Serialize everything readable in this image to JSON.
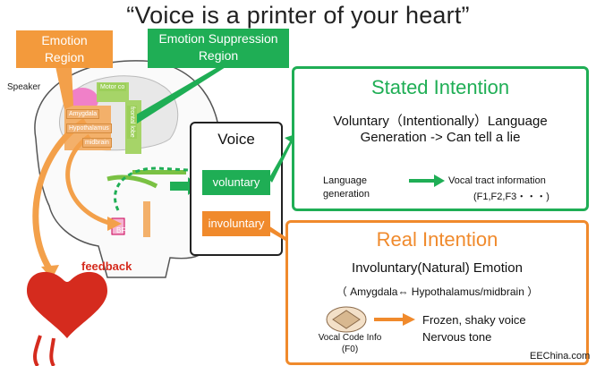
{
  "title": "“Voice is a printer of your heart”",
  "emotion_region": {
    "line1": "Emotion",
    "line2": "Region"
  },
  "suppression_region": {
    "line1": "Emotion Suppression",
    "line2": "Region"
  },
  "speaker_label": "Speaker",
  "brain_labels": {
    "motor": "Motor co",
    "amygdala": "Amygdala",
    "hypothalamus": "Hypothalamus",
    "midbrain": "midbrain",
    "frontal": "frontal lobe"
  },
  "voice": {
    "title": "Voice",
    "voluntary": "voluntary",
    "involuntary": "involuntary"
  },
  "stated": {
    "title": "Stated Intention",
    "line1": "Voluntary（Intentionally）Language",
    "line2": "Generation -> Can tell a lie",
    "lang_gen": "Language generation",
    "vocal_tract": "Vocal tract information",
    "formants": "(F1,F2,F3・・・)"
  },
  "real": {
    "title": "Real Intention",
    "line1": "Involuntary(Natural) Emotion",
    "line2": "（ Amygdala⇔ Hypothalamus/midbrain ）",
    "frozen1": "Frozen, shaky voice",
    "frozen2": "Nervous tone",
    "vocal_code1": "Vocal Code Info",
    "vocal_code2": "(F0)"
  },
  "feedback": "feedback",
  "heart_label": "BF",
  "source": "EEChina.com",
  "colors": {
    "green": "#1fae55",
    "orange": "#f08a2c",
    "red": "#d52b1e"
  }
}
